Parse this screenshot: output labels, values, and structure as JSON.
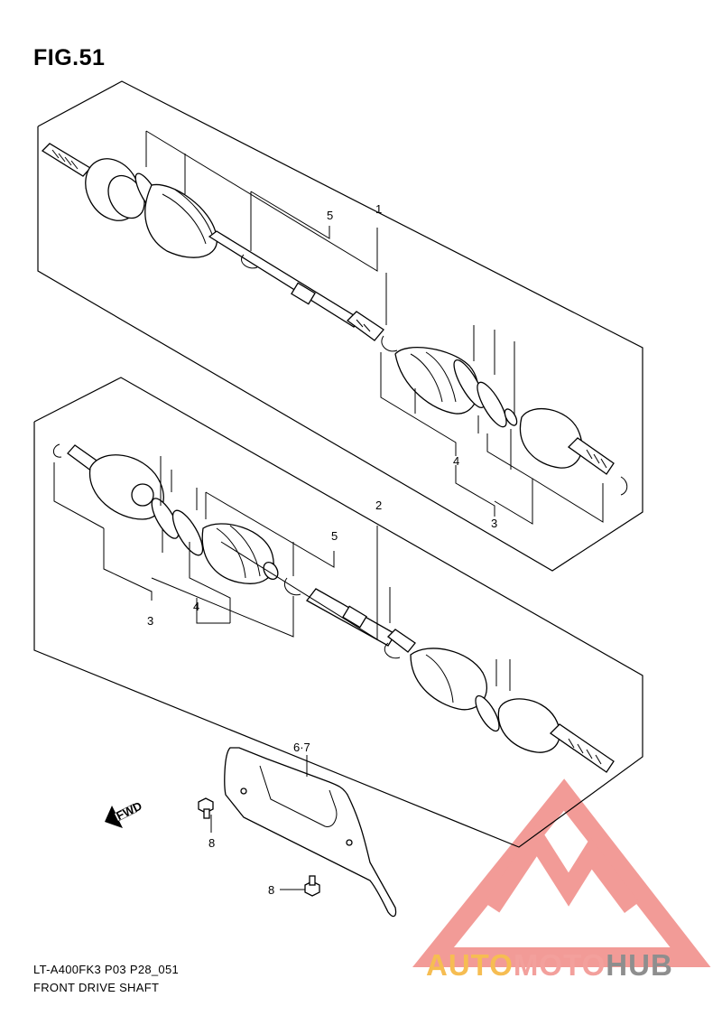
{
  "figure": {
    "title": "FIG.51"
  },
  "callouts": {
    "c1": "1",
    "c2": "2",
    "c3a": "3",
    "c3b": "3",
    "c4a": "4",
    "c4b": "4",
    "c5a": "5",
    "c5b": "5",
    "c67": "6·7",
    "c8a": "8",
    "c8b": "8"
  },
  "fwd_label": "FWD",
  "footer": {
    "model_code": "LT-A400FK3 P03 P28_051",
    "caption": "FRONT DRIVE SHAFT"
  },
  "watermark": {
    "part1": "AUTO",
    "part2": "MOTO",
    "part3": "HUB",
    "colors": {
      "auto": "#f6bd52",
      "moto": "#f3a09c",
      "hub": "#8e8e8e",
      "logo": "#f08a85"
    }
  },
  "icons": [
    "fwd-arrow-icon",
    "watermark-logo-icon"
  ]
}
